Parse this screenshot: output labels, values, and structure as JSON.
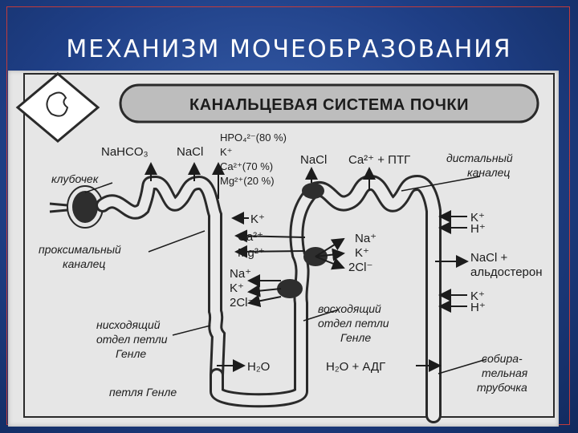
{
  "slide": {
    "title": "МЕХАНИЗМ МОЧЕОБРАЗОВАНИЯ"
  },
  "diagram": {
    "header": "КАНАЛЬЦЕВАЯ СИСТЕМА ПОЧКИ",
    "labels": {
      "glomerulus": "клубочек",
      "proximal_1": "проксимальный",
      "proximal_2": "каналец",
      "descending_1": "нисходящий",
      "descending_2": "отдел петли",
      "descending_3": "Генле",
      "loop": "петля Генле",
      "ascending_1": "восходящий",
      "ascending_2": "отдел петли",
      "ascending_3": "Генле",
      "distal_1": "дистальный",
      "distal_2": "каналец",
      "collecting_1": "собира-",
      "collecting_2": "тельная",
      "collecting_3": "трубочка"
    },
    "ions": {
      "nahco3": "NaHCO₃",
      "nacl_top": "NaCl",
      "hpo4": "HPO₄²⁻(80 %)",
      "k_top": "K⁺",
      "ca_top": "Ca²⁺(70 %)",
      "mg_top": "Mg²⁺(20 %)",
      "nacl_mid": "NaCl",
      "ca_pth": "Ca²⁺ + ПТГ",
      "k_left": "K⁺",
      "ca_left": "Ca²⁺",
      "mg_left": "Mg²⁺",
      "na_left": "Na⁺",
      "k_left2": "K⁺",
      "cl_left": "2Cl⁻",
      "na_right": "Na⁺",
      "k_right": "K⁺",
      "cl_right": "2Cl⁻",
      "h2o_loop": "H₂O",
      "h2o_adh": "H₂O  +  АДГ",
      "k_dist": "K⁺",
      "h_dist": "H⁺",
      "nacl_ald_1": "NaCl +",
      "nacl_ald_2": "альдостерон",
      "k_coll": "K⁺",
      "h_coll": "H⁺"
    }
  }
}
